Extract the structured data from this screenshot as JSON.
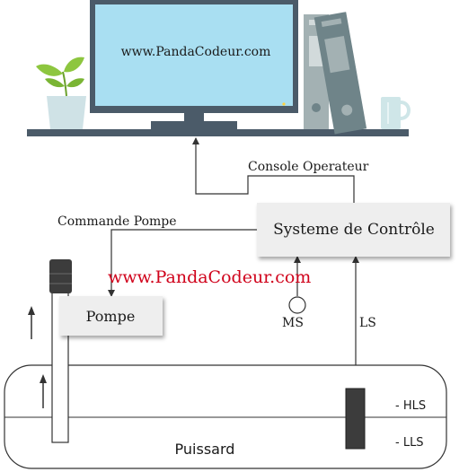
{
  "monitor": {
    "screen_text": "www.PandaCodeur.com"
  },
  "labels": {
    "console": "Console Operateur",
    "commande": "Commande Pompe",
    "systeme": "Systeme de Contrôle",
    "watermark": "www.PandaCodeur.com",
    "pompe": "Pompe",
    "ms": "MS",
    "ls": "LS",
    "hls": "- HLS",
    "lls": "- LLS",
    "puissard": "Puissard"
  },
  "colors": {
    "screen": "#a9dff2",
    "monitor_frame": "#4b5b69",
    "desk": "#4b5b69",
    "plant_pot": "#cfe2e6",
    "leaf": "#8dc63f",
    "binder_light": "#a3b1b3",
    "binder_dark": "#6f8489",
    "mug": "#cfe6e8",
    "watermark": "#d0021b",
    "box_fill": "#eeeeee",
    "sensor_fill": "#3c3c3c",
    "line": "#333333"
  }
}
